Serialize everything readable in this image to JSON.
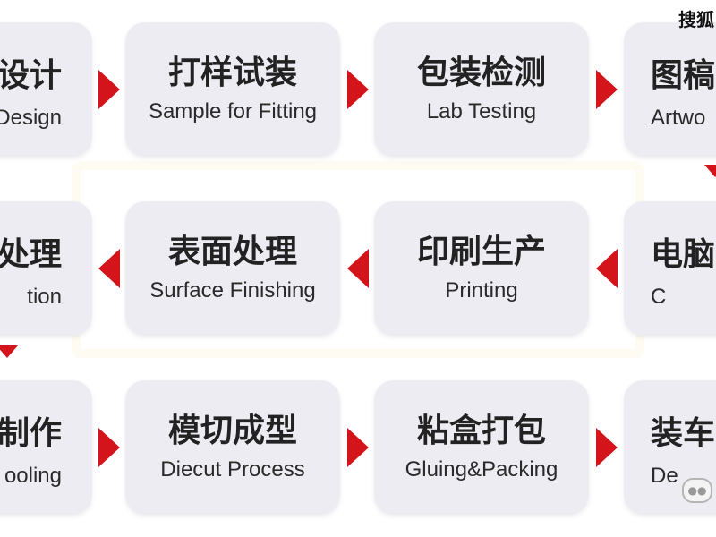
{
  "watermark": "搜狐",
  "rows": [
    [
      {
        "zh": "设计",
        "en": "Design"
      },
      {
        "zh": "打样试装",
        "en": "Sample for Fitting"
      },
      {
        "zh": "包装检测",
        "en": "Lab Testing"
      },
      {
        "zh": "图稿",
        "en": "Artwo"
      }
    ],
    [
      {
        "zh": "处理",
        "en": "tion"
      },
      {
        "zh": "表面处理",
        "en": "Surface Finishing"
      },
      {
        "zh": "印刷生产",
        "en": "Printing"
      },
      {
        "zh": "电脑",
        "en": "C"
      }
    ],
    [
      {
        "zh": "制作",
        "en": "ooling"
      },
      {
        "zh": "模切成型",
        "en": "Diecut Process"
      },
      {
        "zh": "粘盒打包",
        "en": "Gluing&Packing"
      },
      {
        "zh": "装车",
        "en": "De"
      }
    ]
  ],
  "colors": {
    "box": "#ececf2",
    "arrow": "#d3151b",
    "text": "#222222"
  },
  "icons": [
    "arrow-right-icon",
    "arrow-left-icon",
    "arrow-down-icon",
    "wechat-icon"
  ]
}
